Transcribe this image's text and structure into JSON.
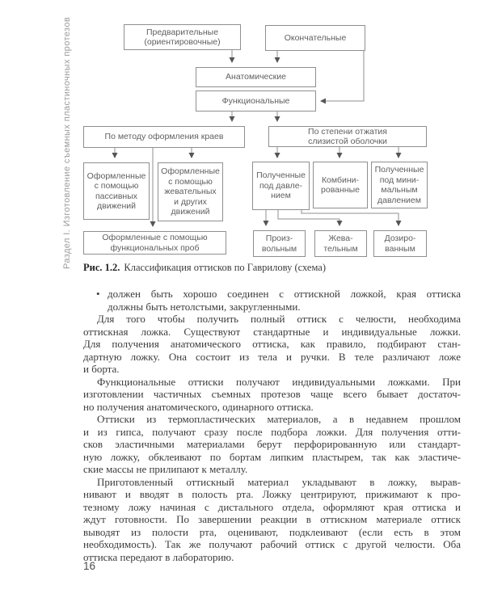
{
  "page": {
    "number": "16"
  },
  "sidebar_vertical_text": "Раздел I. Изготовление съемных пластиночных протезов",
  "figure": {
    "caption_prefix": "Рис. 1.2.",
    "caption_text": "Классификация оттисков по Гаврилову (схема)",
    "boxes": {
      "preliminary": "Предварительные\n(ориентировочные)",
      "final": "Окончательные",
      "anatomical": "Анатомические",
      "functional": "Функциональные",
      "by_edge_method": "По методу оформления краев",
      "by_mucosa_pressure": "По степени отжатия\nслизистой оболочки",
      "passive": "Оформленные\nс помощью\nпассивных\nдвижений",
      "chewing": "Оформленные\nс помощью\nжевательных\nи других\nдвижений",
      "functional_tests": "Оформленные с помощью\nфункциональных проб",
      "under_pressure": "Полученные\nпод давле-\nнием",
      "combined": "Комбини-\nрованные",
      "minimal_pressure": "Полученные\nпод мини-\nмальным\nдавлением",
      "arbitrary": "Произ-\nвольным",
      "masticatory": "Жева-\nтельным",
      "dosed": "Дозиро-\nванным"
    },
    "connections": [
      [
        "preliminary",
        "anatomical"
      ],
      [
        "final",
        "anatomical"
      ],
      [
        "final",
        "functional"
      ],
      [
        "functional",
        "by_edge_method"
      ],
      [
        "functional",
        "by_mucosa_pressure"
      ],
      [
        "by_edge_method",
        "passive"
      ],
      [
        "by_edge_method",
        "chewing"
      ],
      [
        "by_edge_method",
        "functional_tests"
      ],
      [
        "by_mucosa_pressure",
        "under_pressure"
      ],
      [
        "by_mucosa_pressure",
        "combined"
      ],
      [
        "by_mucosa_pressure",
        "minimal_pressure"
      ],
      [
        "under_pressure",
        "arbitrary"
      ],
      [
        "under_pressure",
        "masticatory"
      ],
      [
        "under_pressure",
        "dosed"
      ]
    ],
    "colors": {
      "box_border": "#8f8f8f",
      "box_text": "#5f5f5f",
      "arrow": "#555555"
    }
  },
  "body": {
    "bullet_char": "•",
    "paragraphs": [
      {
        "type": "bullet",
        "lines": [
          "должен быть хорошо соединен с оттискной ложкой, края оттиска",
          "должны быть нетолстыми, закругленными."
        ]
      },
      {
        "type": "indent",
        "lines": [
          "Для того чтобы получить полный оттиск с челюсти, необходима",
          "оттискная ложка. Существуют стандартные и индивидуальные ложки.",
          "Для получения анатомического оттиска, как правило, подбирают стан-",
          "дартную ложку. Она состоит из тела и ручки. В теле различают ложе",
          "и борта."
        ]
      },
      {
        "type": "indent",
        "lines": [
          "Функциональные оттиски получают индивидуальными ложками. При",
          "изготовлении частичных съемных протезов чаще всего бывает достаточ-",
          "но получения анатомического, одинарного оттиска."
        ]
      },
      {
        "type": "indent",
        "lines": [
          "Оттиски из термопластических материалов, а в недавнем прошлом",
          "и из гипса, получают сразу после подбора ложки. Для получения отти-",
          "сков эластичными материалами берут перфорированную или стандарт-",
          "ную ложку, обклеивают по бортам липким пластырем, так как эластиче-",
          "ские массы не прилипают к металлу."
        ]
      },
      {
        "type": "indent",
        "lines": [
          "Приготовленный оттискный материал укладывают в ложку, вырав-",
          "нивают и вводят в полость рта. Ложку центрируют, прижимают к про-",
          "тезному ложу начиная с дистального отдела, оформляют края оттиска и",
          "ждут готовности. По завершении реакции в оттискном материале оттиск",
          "выводят из полости рта, оценивают, подклеивают (если есть в этом",
          "необходимость). Так же получают рабочий оттиск с другой челюсти. Оба",
          "оттиска передают в лабораторию."
        ]
      }
    ]
  }
}
